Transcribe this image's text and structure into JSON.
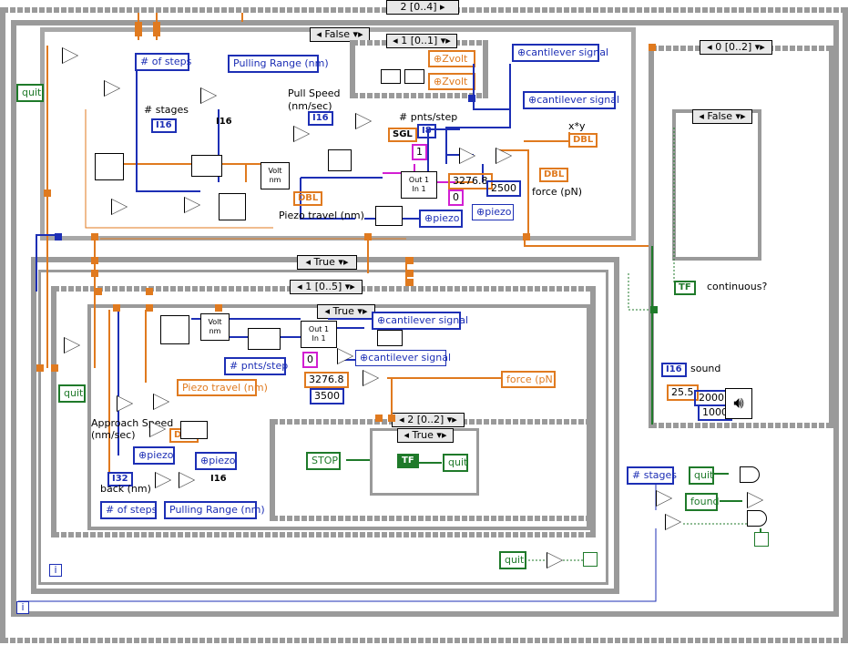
{
  "case_selectors": {
    "top": "2 [0..4]",
    "upper_case": "False",
    "inner_seq": "1 [0..1]",
    "right_seq": "0 [0..2]",
    "right_case": "False",
    "middle_case": "True",
    "inner_loop_seq": "1 [0..5]",
    "inner_case": "True",
    "inner_seq2": "2 [0..2]",
    "innermost_case": "True"
  },
  "controls": {
    "quit": "quit",
    "num_steps": "# of steps",
    "num_stages": "# stages",
    "pulling_range": "Pulling Range  (nm)",
    "pull_speed": "Pull Speed\n(nm/sec)",
    "pnts_step": "# pnts/step",
    "cantilever_signal": "cantilever signal",
    "piezo": "piezo",
    "zvolt": "Zvolt",
    "piezo_travel": "Piezo travel (nm)",
    "force": "force (pN)",
    "approach_speed": "Approach Speed\n(nm/sec)",
    "back": "back (nm)",
    "stop": "STOP",
    "found": "found",
    "continuous": "continuous?",
    "sound": "sound",
    "xy": "x*y"
  },
  "types": {
    "i16": "I16",
    "i8": "I8",
    "i32": "I32",
    "dbl": "DBL",
    "sgl": "SGL",
    "tf": "TF"
  },
  "constants": {
    "c1": "1",
    "c0": "0",
    "c3276": "3276.8",
    "c2500": "2500",
    "c3500": "3500",
    "c25_5": "25.5",
    "c2000": "2000",
    "c1000": "1000"
  },
  "nodes": {
    "volt_nm": "Volt\nnm",
    "out_in": "Out 1\nIn 1",
    "iter_i": "i"
  },
  "colors": {
    "frame_gray": "#9a9a9a",
    "wire_orange": "#e07a1f",
    "wire_blue": "#1d2fb5",
    "wire_green": "#1f7a2a",
    "wire_pink": "#d21fd2"
  }
}
